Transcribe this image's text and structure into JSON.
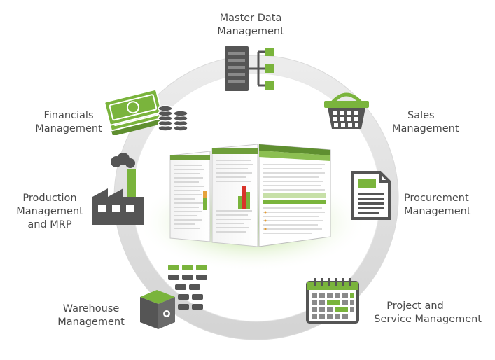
{
  "modules": {
    "master_data": {
      "line1": "Master Data",
      "line2": "Management",
      "icon": "server-icon"
    },
    "sales": {
      "line1": "Sales",
      "line2": "Management",
      "icon": "basket-icon"
    },
    "procurement": {
      "line1": "Procurement",
      "line2": "Management",
      "icon": "document-icon"
    },
    "project": {
      "line1": "Project and",
      "line2": "Service Management",
      "icon": "calendar-icon"
    },
    "warehouse": {
      "line1": "Warehouse",
      "line2": "Management",
      "icon": "warehouse-box-icon"
    },
    "production": {
      "line1": "Production",
      "line2": "Management",
      "line3": "and MRP",
      "icon": "factory-icon"
    },
    "financials": {
      "line1": "Financials",
      "line2": "Management",
      "icon": "money-icon"
    }
  },
  "colors": {
    "accent_green": "#7ab43c",
    "dark_gray": "#555555",
    "ring_gray": "#e2e2e2",
    "text": "#4a4a4a"
  }
}
